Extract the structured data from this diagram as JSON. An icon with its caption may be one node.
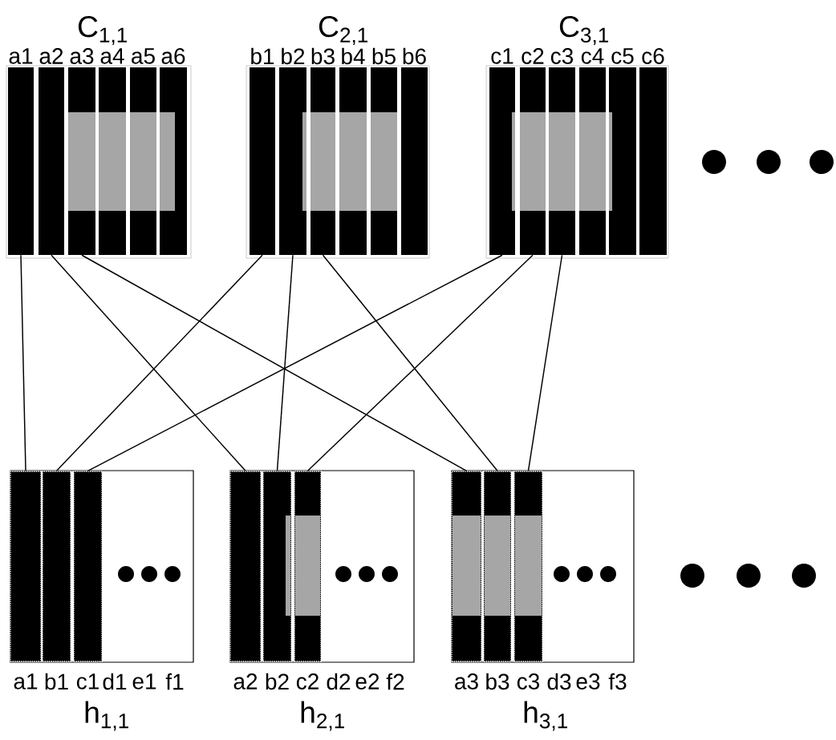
{
  "diagram": {
    "nodes": [
      {
        "text": [
          "C$_{1,1}$"
        ]
      },
      {
        "text": [
          "a1"
        ],
        "in": 0
      },
      {
        "text": [
          "a2"
        ],
        "in": 0
      },
      {
        "text": [
          "a3"
        ],
        "in": 0
      },
      {
        "text": [
          "a4"
        ],
        "in": 0
      },
      {
        "text": [
          "a5"
        ],
        "in": 0
      },
      {
        "text": [
          "a6"
        ],
        "in": 0
      },
      {
        "text": [
          "C$_{2,1}$"
        ]
      },
      {
        "text": [
          "b1"
        ],
        "in": 7
      },
      {
        "text": [
          "b2"
        ],
        "in": 7
      },
      {
        "text": [
          "b3"
        ],
        "in": 7
      },
      {
        "text": [
          "b4"
        ],
        "in": 7
      },
      {
        "text": [
          "b5"
        ],
        "in": 7
      },
      {
        "text": [
          "b6"
        ],
        "in": 7
      },
      {
        "text": [
          "C$_{3,1}$"
        ]
      },
      {
        "text": [
          "c1"
        ],
        "in": 14
      },
      {
        "text": [
          "c2"
        ],
        "in": 14
      },
      {
        "text": [
          "c3"
        ],
        "in": 14
      },
      {
        "text": [
          "c4"
        ],
        "in": 14
      },
      {
        "text": [
          "c5"
        ],
        "in": 14
      },
      {
        "text": [
          "c6"
        ],
        "in": 14
      },
      {
        "text": [
          "h$_{1,1}$"
        ]
      },
      {
        "text": [
          "a1"
        ],
        "in": 21
      },
      {
        "text": [
          "b1"
        ],
        "in": 21
      },
      {
        "text": [
          "c1"
        ],
        "in": 21
      },
      {
        "text": [
          "h$_{2,1}$"
        ]
      },
      {
        "text": [
          "a2"
        ],
        "in": 25
      },
      {
        "text": [
          "b2"
        ],
        "in": 25
      },
      {
        "text": [
          "c2"
        ],
        "in": 25
      },
      {
        "text": [
          "h$_{3,1}$"
        ]
      },
      {
        "text": [
          "a3"
        ],
        "in": 29
      },
      {
        "text": [
          "b3"
        ],
        "in": 29
      },
      {
        "text": [
          "c3"
        ],
        "in": 29
      }
    ],
    "edges": [
      {
        "from": 1,
        "to": 22,
        "arrow": "none"
      },
      {
        "from": 2,
        "to": 26,
        "arrow": "none"
      },
      {
        "from": 3,
        "to": 30,
        "arrow": "none"
      },
      {
        "from": 8,
        "to": 23,
        "arrow": "none"
      },
      {
        "from": 9,
        "to": 27,
        "arrow": "none"
      },
      {
        "from": 10,
        "to": 31,
        "arrow": "none"
      },
      {
        "from": 15,
        "to": 24,
        "arrow": "none"
      },
      {
        "from": 16,
        "to": 28,
        "arrow": "none"
      },
      {
        "from": 17,
        "to": 32,
        "arrow": "none"
      }
    ],
    "labels": [
      "d1",
      "e1",
      "f1",
      "d2",
      "e2",
      "f2",
      "d3",
      "e3",
      "f3"
    ]
  }
}
